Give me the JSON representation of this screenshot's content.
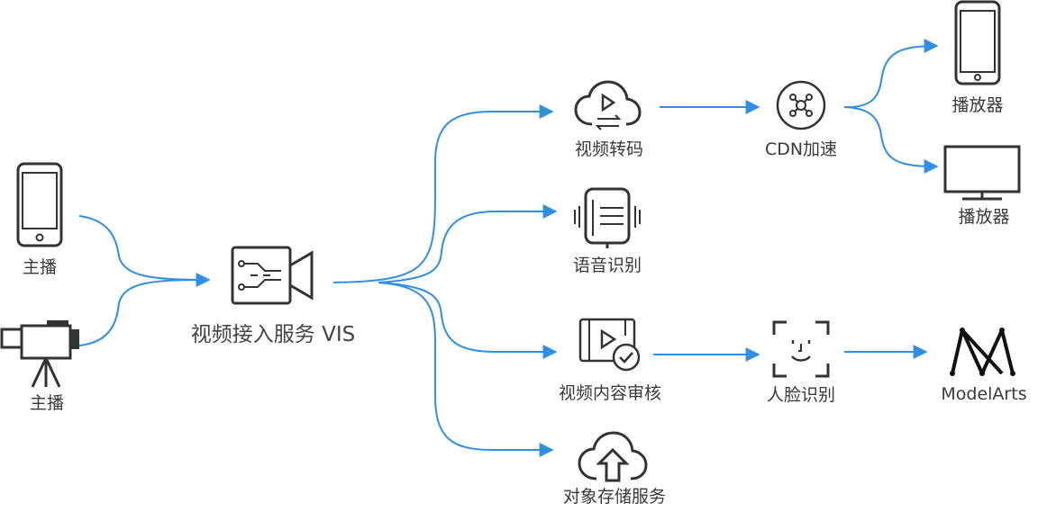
{
  "diagram": {
    "colors": {
      "flow": "#2f8fe8",
      "icon": "#333333",
      "text": "#3a3a3a"
    },
    "sources": [
      {
        "id": "streamer-phone",
        "label": "主播",
        "icon": "smartphone-icon"
      },
      {
        "id": "streamer-camera",
        "label": "主播",
        "icon": "video-camera-icon"
      }
    ],
    "hub": {
      "label": "视频接入服务 VIS",
      "icon": "video-access-icon"
    },
    "services": [
      {
        "id": "transcode",
        "label": "视频转码",
        "icon": "cloud-video-transcode-icon"
      },
      {
        "id": "speech",
        "label": "语音识别",
        "icon": "microphone-icon"
      },
      {
        "id": "moderation",
        "label": "视频内容审核",
        "icon": "video-review-icon"
      },
      {
        "id": "storage",
        "label": "对象存储服务",
        "icon": "cloud-upload-icon"
      }
    ],
    "cdn": {
      "label": "CDN加速",
      "icon": "network-hub-icon"
    },
    "face": {
      "label": "人脸识别",
      "icon": "face-recognition-icon"
    },
    "players": [
      {
        "id": "player-phone",
        "label": "播放器",
        "icon": "smartphone-icon"
      },
      {
        "id": "player-monitor",
        "label": "播放器",
        "icon": "monitor-icon"
      }
    ],
    "modelarts": {
      "label": "ModelArts",
      "icon": "modelarts-logo-icon"
    }
  }
}
